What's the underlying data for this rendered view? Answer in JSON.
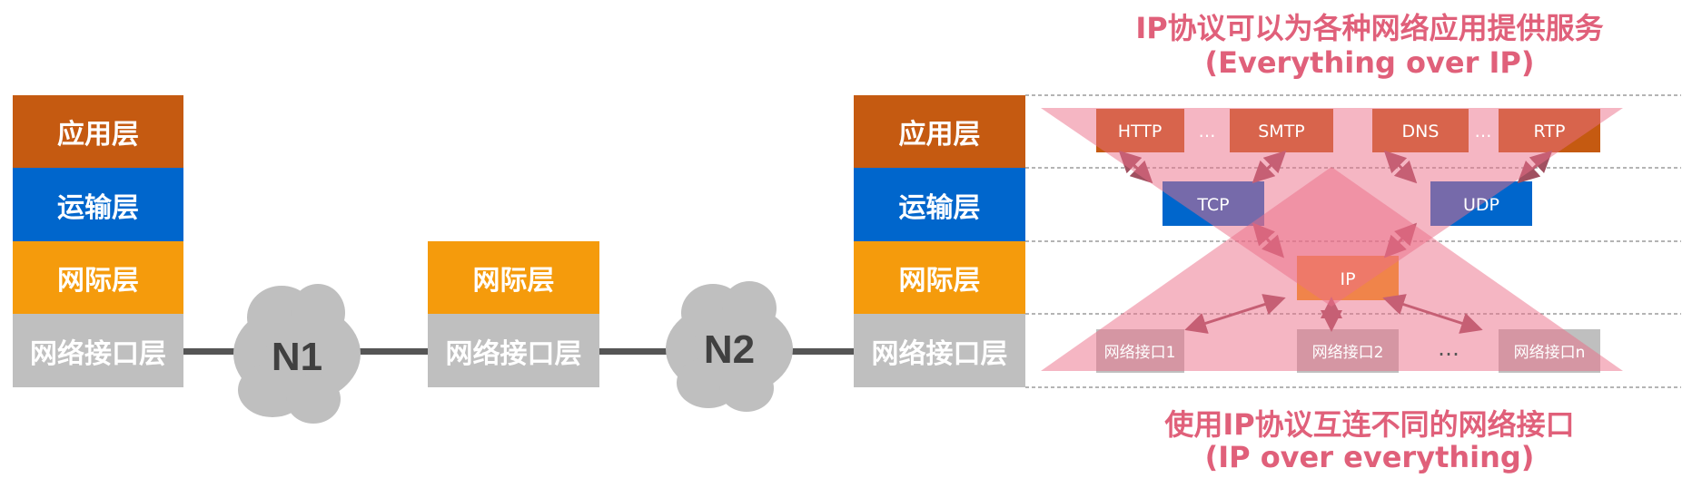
{
  "colors": {
    "application": "#c55a11",
    "transport": "#0066cc",
    "internet": "#f59b0c",
    "interface": "#bfbfbf",
    "highlight": "#e0607a"
  },
  "stacks": {
    "left": [
      "应用层",
      "运输层",
      "网际层",
      "网络接口层"
    ],
    "middle": [
      "网际层",
      "网络接口层"
    ],
    "right": [
      "应用层",
      "运输层",
      "网际层",
      "网络接口层"
    ]
  },
  "networks": [
    "N1",
    "N2"
  ],
  "hourglass": {
    "top_caption": "IP协议可以为各种网络应用提供服务",
    "top_caption_en": "(Everything over IP)",
    "bottom_caption": "使用IP协议互连不同的网络接口",
    "bottom_caption_en": "(IP over everything)",
    "apps": [
      "HTTP",
      "SMTP",
      "DNS",
      "RTP"
    ],
    "transports": [
      "TCP",
      "UDP"
    ],
    "ip": "IP",
    "interfaces": [
      "网络接口1",
      "网络接口2",
      "网络接口n"
    ],
    "ellipsis": "…"
  }
}
